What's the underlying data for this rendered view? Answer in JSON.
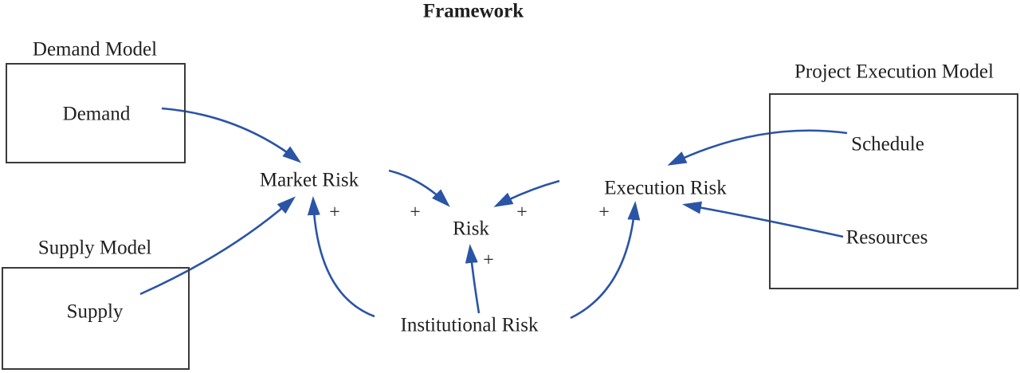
{
  "title": "Framework",
  "colors": {
    "arrow": "#2a54a6",
    "text": "#1f1f1f",
    "border": "#3a3a3a",
    "background": "#ffffff"
  },
  "models": {
    "demand": {
      "label": "Demand Model",
      "items": [
        {
          "label": "Demand"
        }
      ]
    },
    "supply": {
      "label": "Supply Model",
      "items": [
        {
          "label": "Supply"
        }
      ]
    },
    "project_execution": {
      "label": "Project Execution Model",
      "items": [
        {
          "label": "Schedule"
        },
        {
          "label": "Resources"
        }
      ]
    }
  },
  "nodes": {
    "market_risk": {
      "label": "Market Risk"
    },
    "risk": {
      "label": "Risk"
    },
    "execution_risk": {
      "label": "Execution Risk"
    },
    "institutional_risk": {
      "label": "Institutional Risk"
    }
  },
  "edges": [
    {
      "from": "Demand",
      "to": "Market Risk",
      "polarity": ""
    },
    {
      "from": "Supply",
      "to": "Market Risk",
      "polarity": ""
    },
    {
      "from": "Institutional Risk",
      "to": "Market Risk",
      "polarity": "+"
    },
    {
      "from": "Market Risk",
      "to": "Risk",
      "polarity": "+"
    },
    {
      "from": "Execution Risk",
      "to": "Risk",
      "polarity": "+"
    },
    {
      "from": "Institutional Risk",
      "to": "Risk",
      "polarity": "+"
    },
    {
      "from": "Institutional Risk",
      "to": "Execution Risk",
      "polarity": "+"
    },
    {
      "from": "Schedule",
      "to": "Execution Risk",
      "polarity": ""
    },
    {
      "from": "Resources",
      "to": "Execution Risk",
      "polarity": ""
    }
  ]
}
